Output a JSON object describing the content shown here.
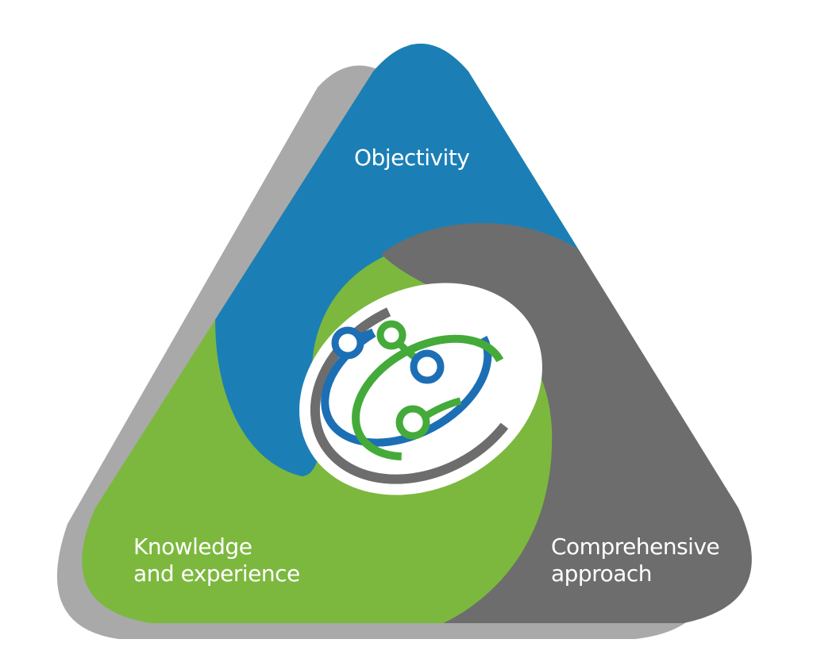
{
  "diagram": {
    "segments": [
      {
        "label": "Objectivity",
        "color": "#1b7fb6"
      },
      {
        "label_line1": "Knowledge",
        "label_line2": "and experience",
        "color": "#7cb83e"
      },
      {
        "label_line1": "Comprehensive",
        "label_line2": "approach",
        "color": "#6d6d6d"
      }
    ],
    "shadow_color": "#a9a9a9",
    "center_logo": {
      "icon": "orbit-nodes-logo",
      "blue": "#1c6fb5",
      "green": "#44ab3a",
      "gray": "#6d6d6d"
    }
  }
}
